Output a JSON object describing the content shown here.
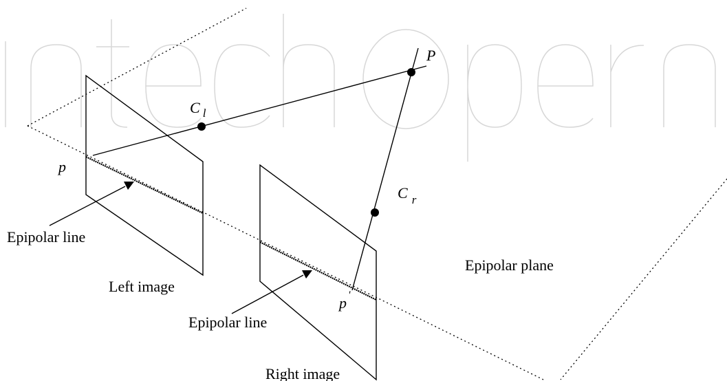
{
  "labels": {
    "point_P": "P",
    "center_left_base": "C",
    "center_left_sub": "l",
    "center_right_base": "C",
    "center_right_sub": "r",
    "point_p": "p",
    "point_p_prime_base": "p",
    "point_p_prime_mark": "'",
    "epipolar_line_left": "Epipolar line",
    "epipolar_line_right": "Epipolar line",
    "left_image": "Left image",
    "right_image": "Right image",
    "epipolar_plane": "Epipolar plane"
  },
  "watermark": "IntechOpen"
}
